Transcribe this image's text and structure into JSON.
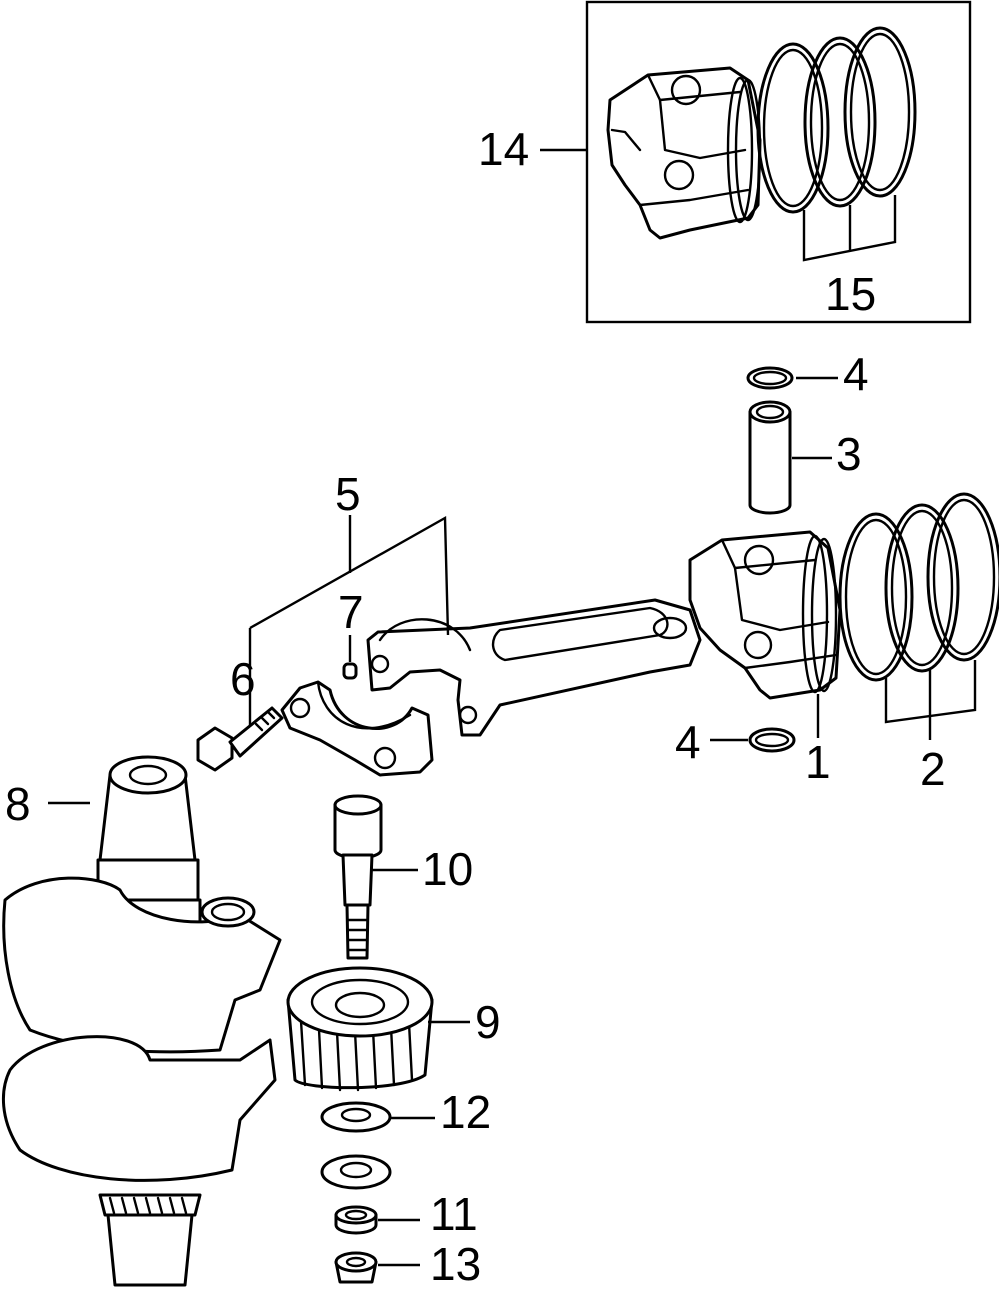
{
  "callouts": {
    "c1": "1",
    "c2": "2",
    "c3": "3",
    "c4_top": "4",
    "c4_bottom": "4",
    "c5": "5",
    "c6": "6",
    "c7": "7",
    "c8": "8",
    "c9": "9",
    "c10": "10",
    "c11": "11",
    "c12": "12",
    "c13": "13",
    "c14": "14",
    "c15": "15"
  },
  "colors": {
    "line": "#000000",
    "background": "#ffffff"
  }
}
